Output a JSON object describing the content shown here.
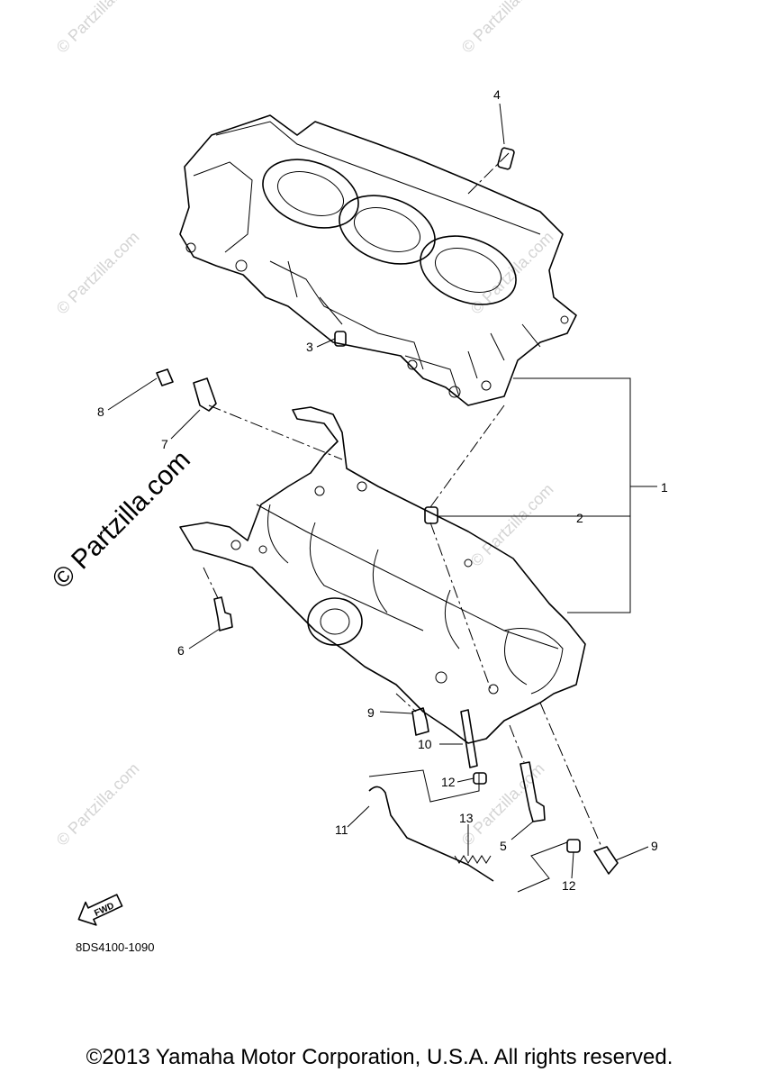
{
  "diagram": {
    "watermarks": {
      "small": "© Partzilla.com",
      "main": "© Partzilla.com"
    },
    "callouts": [
      "1",
      "2",
      "3",
      "4",
      "5",
      "6",
      "7",
      "8",
      "9",
      "9",
      "10",
      "11",
      "12",
      "12",
      "13"
    ],
    "part_code": "8DS4100-1090",
    "fwd_label": "FWD",
    "copyright": "©2013 Yamaha Motor Corporation, U.S.A. All rights reserved."
  }
}
